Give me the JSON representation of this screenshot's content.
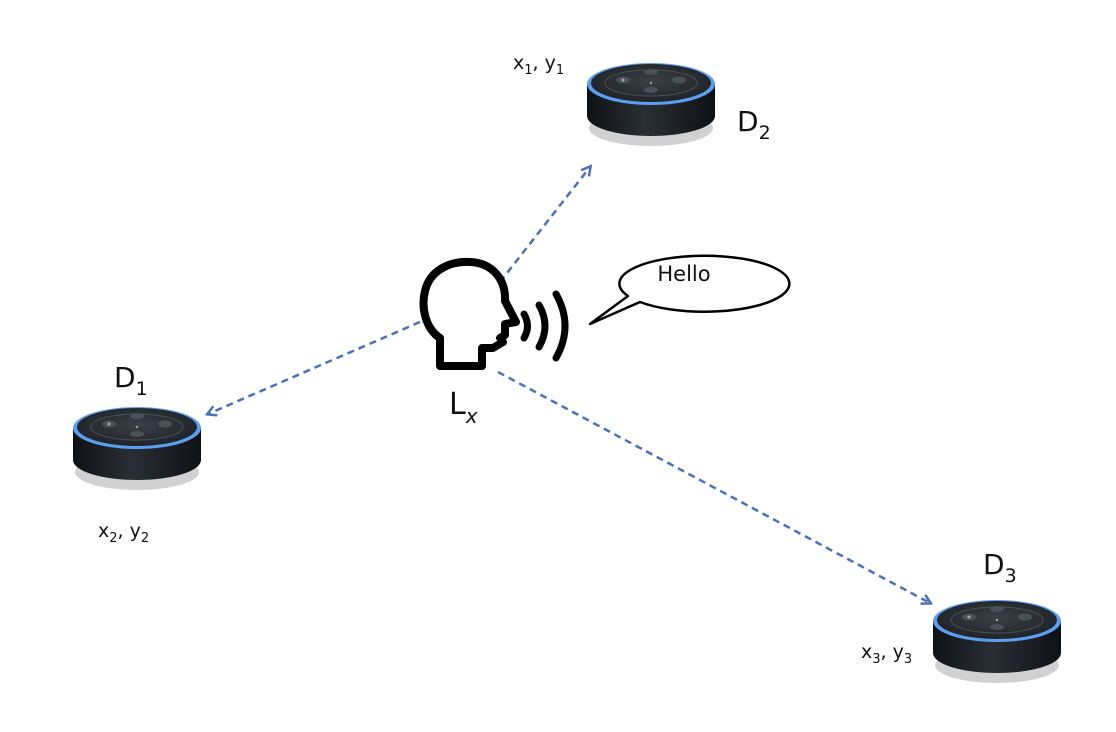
{
  "colors": {
    "arrow": "#4a72b8",
    "device_body": "#1e2226",
    "device_top": "#2e3338",
    "device_ring": "#5a9ff0",
    "outline": "#000000"
  },
  "listener": {
    "label_main": "L",
    "label_sub": "x",
    "speech": "Hello",
    "icon": "head-speaking-icon"
  },
  "devices": [
    {
      "id": "d1",
      "name_main": "D",
      "name_sub": "1",
      "coord_x": "x",
      "coord_x_sub": "2",
      "coord_y": "y",
      "coord_y_sub": "2",
      "icon": "smart-speaker-icon"
    },
    {
      "id": "d2",
      "name_main": "D",
      "name_sub": "2",
      "coord_x": "x",
      "coord_x_sub": "1",
      "coord_y": "y",
      "coord_y_sub": "1",
      "icon": "smart-speaker-icon"
    },
    {
      "id": "d3",
      "name_main": "D",
      "name_sub": "3",
      "coord_x": "x",
      "coord_x_sub": "3",
      "coord_y": "y",
      "coord_y_sub": "3",
      "icon": "smart-speaker-icon"
    }
  ]
}
